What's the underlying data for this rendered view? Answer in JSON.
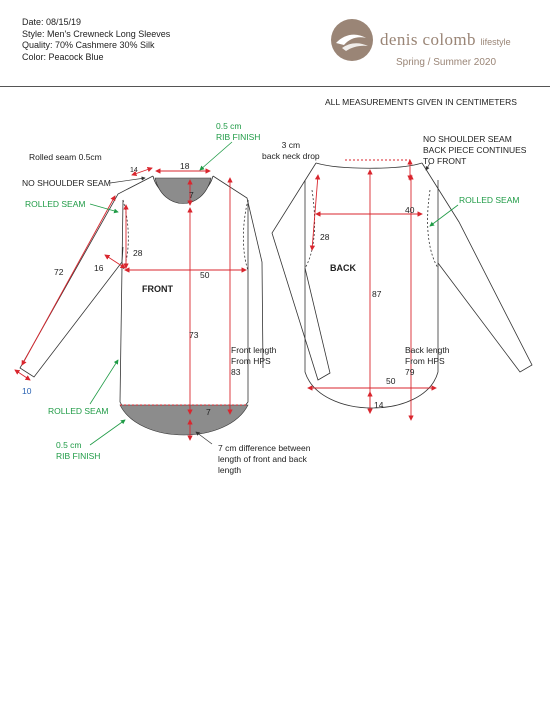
{
  "header": {
    "date": "Date: 08/15/19",
    "style": "Style: Men's Crewneck Long Sleeves",
    "quality": "Quality: 70% Cashmere 30% Silk",
    "color": "Color: Peacock Blue"
  },
  "logo": {
    "brand": "denis colomb",
    "sub": "lifestyle",
    "season": "Spring / Summer 2020"
  },
  "note": "ALL MEASUREMENTS GIVEN IN CENTIMETERS",
  "front": {
    "title": "FRONT",
    "rib_top": [
      "0.5 cm",
      "RIB FINISH"
    ],
    "rolled_seam_note": "Rolled seam 0.5cm",
    "no_shoulder": "NO SHOULDER SEAM",
    "rolled_seam": "ROLLED SEAM",
    "rolled_seam_bottom": "ROLLED SEAM",
    "rib_bottom": [
      "0.5 cm",
      "RIB FINISH"
    ],
    "m_neck_width": "18",
    "m_shoulder": "14",
    "m_neck_drop": "7",
    "m_sleeve": "72",
    "m_armhole": "16",
    "m_armhole_depth": "28",
    "m_chest": "50",
    "m_body": "73",
    "m_cuff": "10",
    "m_hem_drop": "7",
    "front_length": [
      "Front length",
      "From HPS",
      "83"
    ],
    "difference": [
      "7 cm difference between",
      "length of front and back",
      "length"
    ]
  },
  "back": {
    "title": "BACK",
    "neck_drop": [
      "3 cm",
      "back neck drop"
    ],
    "no_shoulder": [
      "NO SHOULDER SEAM",
      "BACK PIECE CONTINUES",
      "TO FRONT"
    ],
    "rolled_seam": "ROLLED SEAM",
    "m_width_top": "40",
    "m_armhole": "28",
    "m_length": "87",
    "m_hem_width": "50",
    "m_hem_drop": "14",
    "back_length": [
      "Back length",
      "From HPS",
      "79"
    ]
  },
  "colors": {
    "measure": "#d9262e",
    "green": "#1f9b46",
    "blue": "#2a63b3",
    "brand": "#9a8576"
  }
}
